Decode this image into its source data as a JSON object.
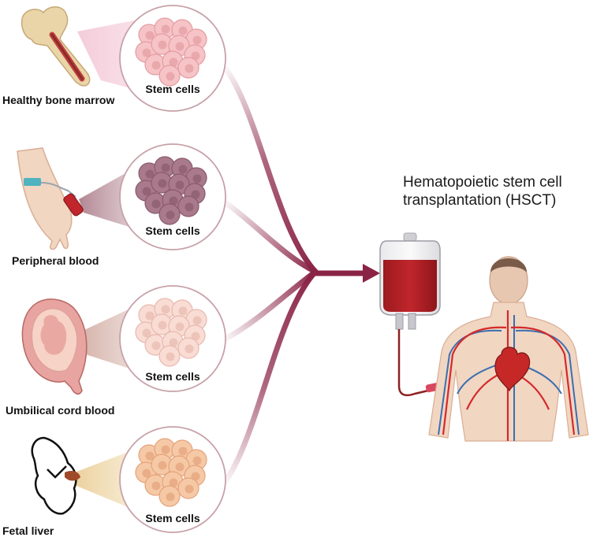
{
  "diagram": {
    "title_line1": "Hematopoietic stem cell",
    "title_line2": "transplantation (HSCT)",
    "sources": [
      {
        "label": "Healthy  bone marrow",
        "cells_label": "Stem cells",
        "cell_color": "#f6c4c6",
        "cell_edge": "#e49ca1",
        "cone_color": "#f3c6d6"
      },
      {
        "label": "Peripheral blood",
        "cells_label": "Stem cells",
        "cell_color": "#a9798c",
        "cell_edge": "#8a5a6c",
        "cone_color": "#c9a3ae"
      },
      {
        "label": "Umbilical cord blood",
        "cells_label": "Stem cells",
        "cell_color": "#f9dcd4",
        "cell_edge": "#e8b9ae",
        "cone_color": "#d9b6ad"
      },
      {
        "label": "Fetal liver",
        "cells_label": "Stem cells",
        "cell_color": "#f6c9a6",
        "cell_edge": "#e4a27a",
        "cone_color": "#f0dcb0"
      }
    ],
    "colors": {
      "arrow": "#8a2446",
      "circle_border": "#c7a1a8",
      "blood": "#b01d22",
      "skin": "#f1d6c2",
      "artery": "#d42a2a",
      "vein": "#3b6fb0"
    }
  }
}
